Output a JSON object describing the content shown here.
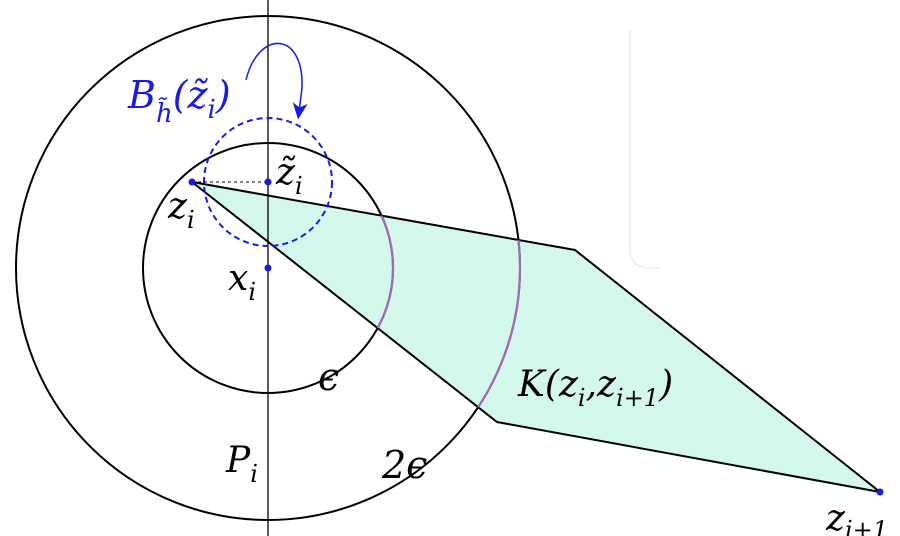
{
  "labels": {
    "ball_B": "B",
    "ball_sub": "h̃",
    "ball_arg": "(z̃",
    "ball_arg_sub": "i",
    "ball_close": ")",
    "z_tilde": "z̃",
    "z_tilde_sub": "i",
    "z_i": "z",
    "z_i_sub": "i",
    "x_i": "x",
    "x_i_sub": "i",
    "epsilon": "ϵ",
    "two_epsilon": "2ϵ",
    "P_i": "P",
    "P_i_sub": "i",
    "K_open": "K(z",
    "K_sub1": "i",
    "K_comma": ",z",
    "K_sub2": "i+1",
    "K_close": ")",
    "z_next": "z",
    "z_next_sub": "i+1"
  },
  "colors": {
    "region_fill": "#d4f7ec",
    "stroke": "#000000",
    "accent": "#1a1ae6",
    "overlap_arc": "#a06ab4"
  }
}
